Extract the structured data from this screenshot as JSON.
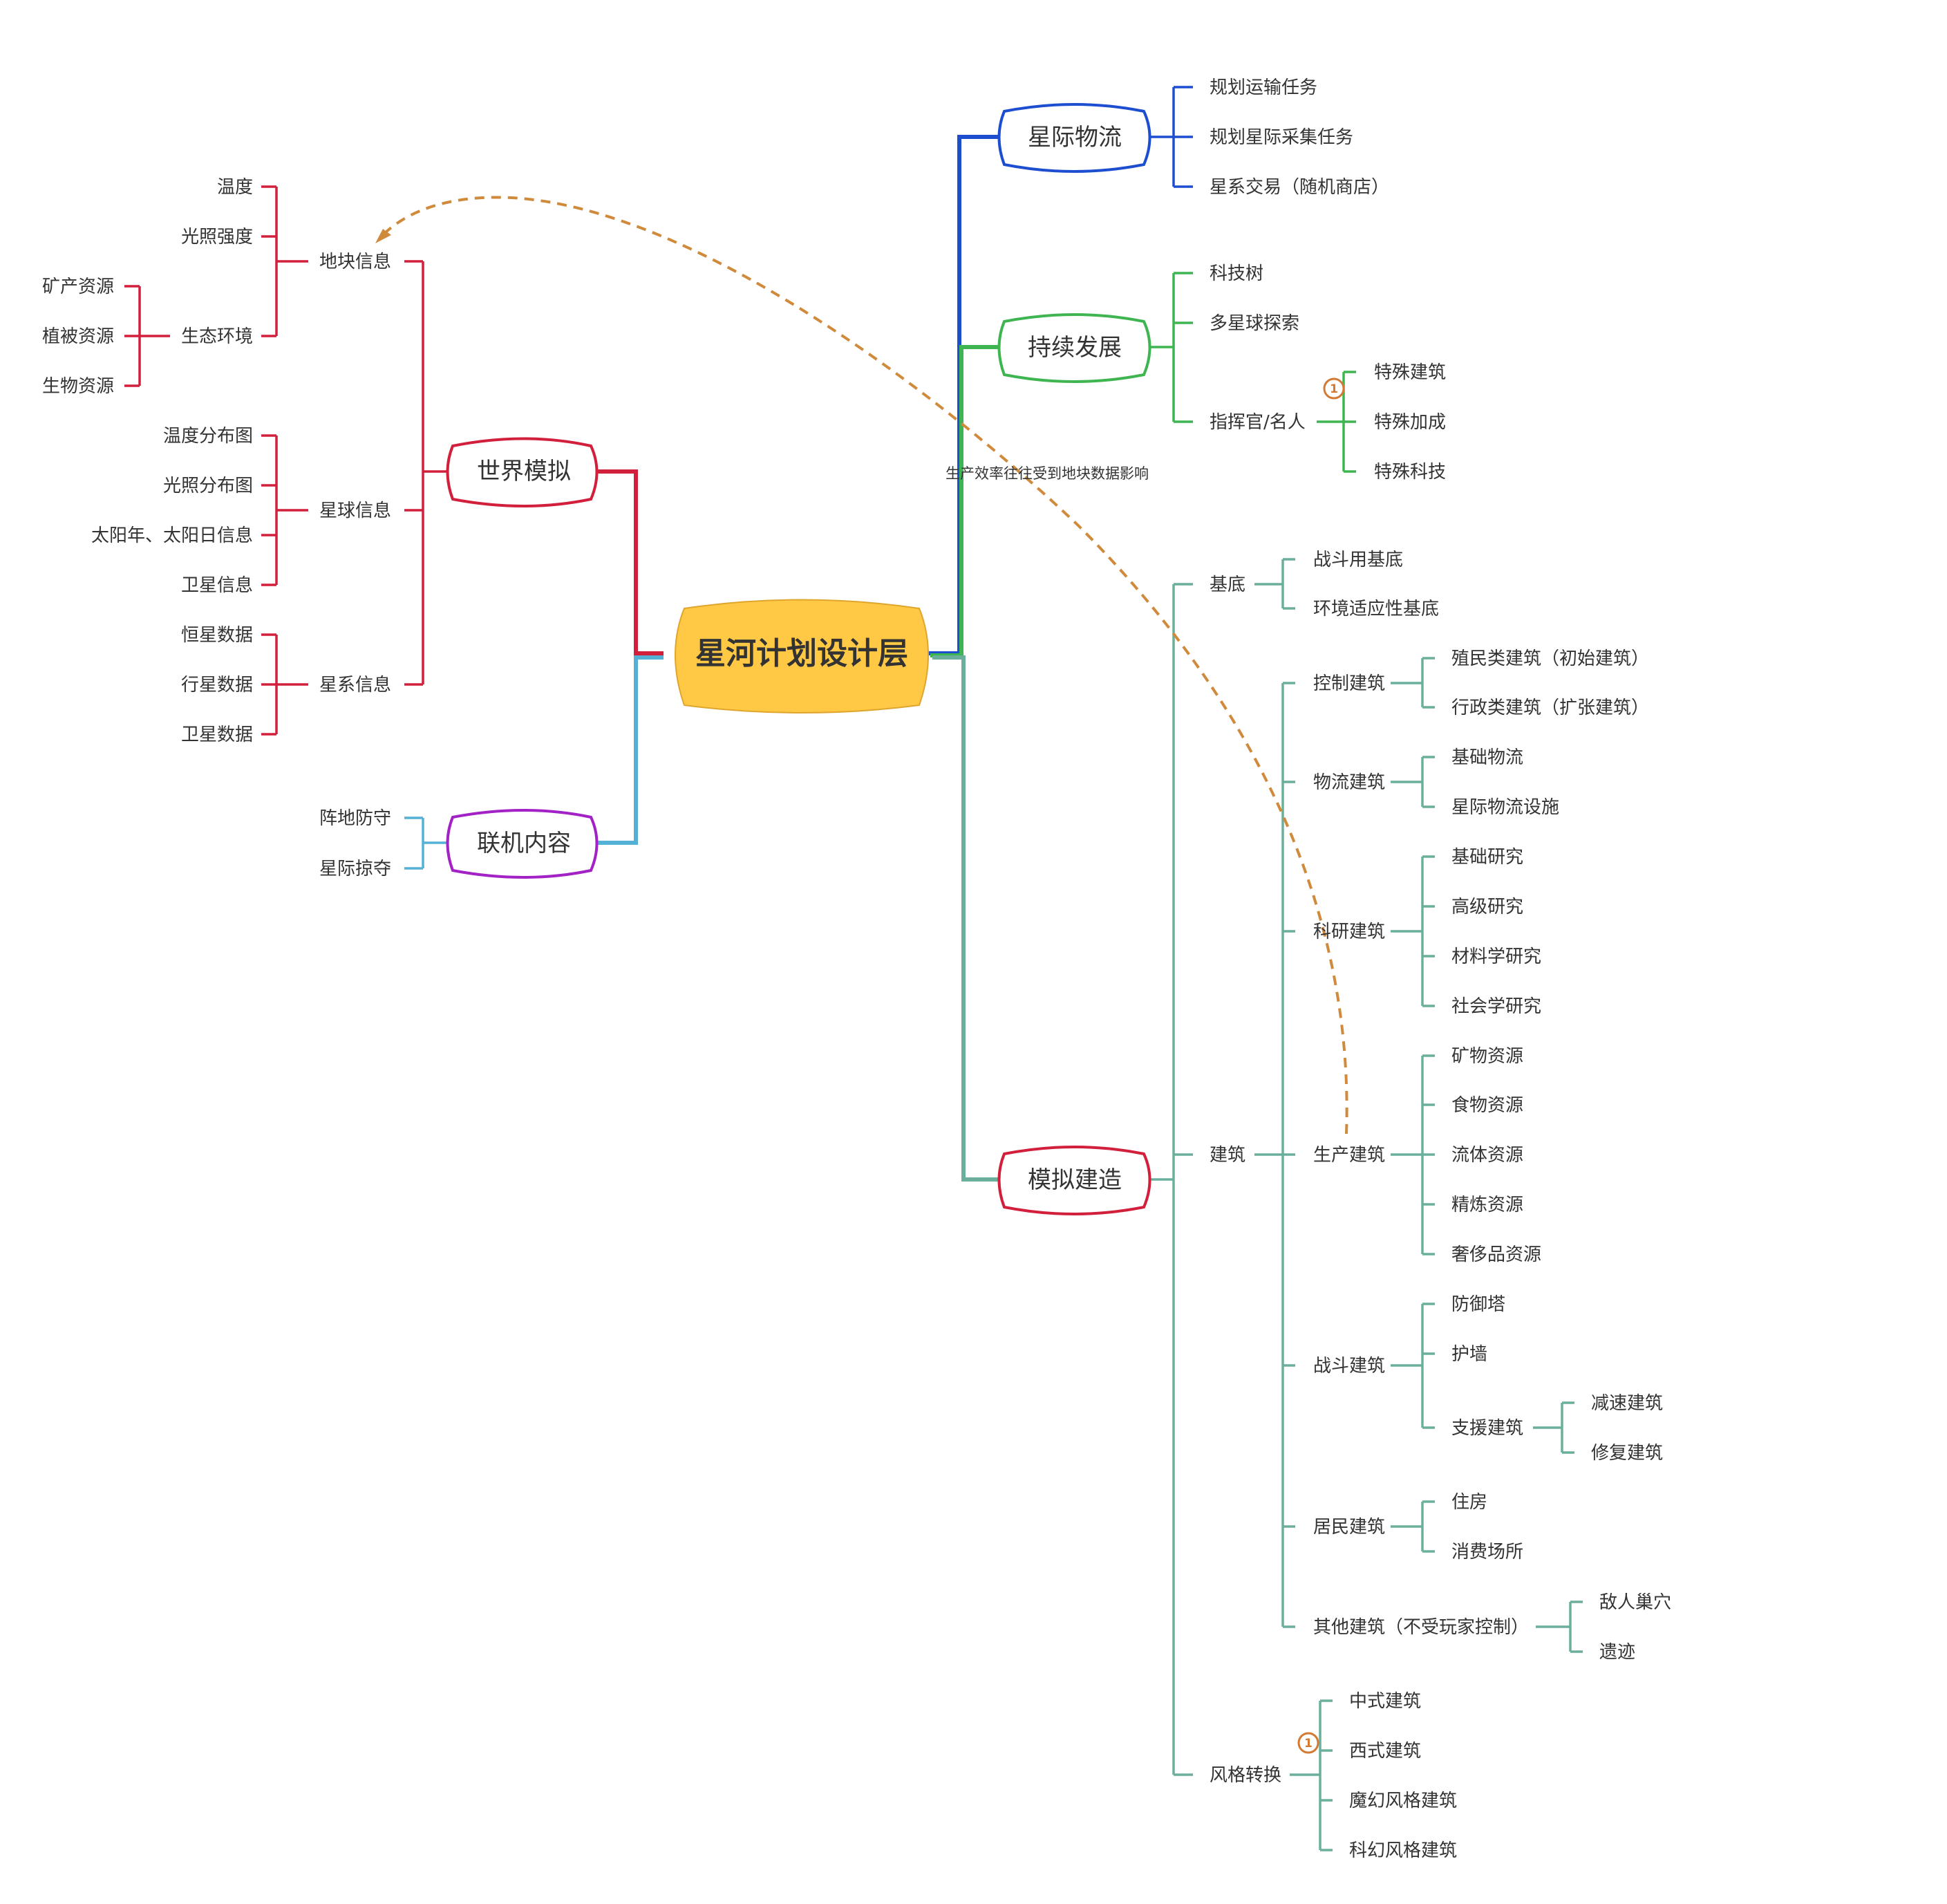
{
  "root": {
    "label": "星河计划设计层"
  },
  "colors": {
    "red": "#d21f3c",
    "purple": "#a322c6",
    "light_blue": "#55b0d6",
    "blue": "#1d4ed0",
    "green": "#3fb551",
    "teal": "#6aaf9c",
    "root_fill": "#ffc845",
    "relation": "#d08a3c"
  },
  "world_sim": {
    "label": "世界模拟",
    "plot_info": {
      "label": "地块信息",
      "temperature": "温度",
      "light": "光照强度",
      "ecology": "生态环境",
      "mineral": "矿产资源",
      "vegetation": "植被资源",
      "bio": "生物资源"
    },
    "planet_info": {
      "label": "星球信息",
      "temp_map": "温度分布图",
      "light_map": "光照分布图",
      "solar": "太阳年、太阳日信息",
      "satellite": "卫星信息"
    },
    "system_info": {
      "label": "星系信息",
      "star": "恒星数据",
      "planet": "行星数据",
      "satellite": "卫星数据"
    }
  },
  "online": {
    "label": "联机内容",
    "defense": "阵地防守",
    "raid": "星际掠夺"
  },
  "logistics": {
    "label": "星际物流",
    "transport": "规划运输任务",
    "collect": "规划星际采集任务",
    "trade": "星系交易（随机商店）"
  },
  "sustain": {
    "label": "持续发展",
    "tech": "科技树",
    "explore": "多星球探索",
    "commander": "指挥官/名人",
    "special_building": "特殊建筑",
    "special_bonus": "特殊加成",
    "special_tech": "特殊科技",
    "marker": "1"
  },
  "build_sim": {
    "label": "模拟建造",
    "base": {
      "label": "基底",
      "combat": "战斗用基底",
      "env": "环境适应性基底"
    },
    "buildings": {
      "label": "建筑",
      "control": {
        "label": "控制建筑",
        "colony": "殖民类建筑（初始建筑）",
        "admin": "行政类建筑（扩张建筑）"
      },
      "logistic": {
        "label": "物流建筑",
        "basic": "基础物流",
        "interstellar": "星际物流设施"
      },
      "research": {
        "label": "科研建筑",
        "basic": "基础研究",
        "advanced": "高级研究",
        "material": "材料学研究",
        "social": "社会学研究"
      },
      "production": {
        "label": "生产建筑",
        "mineral": "矿物资源",
        "food": "食物资源",
        "fluid": "流体资源",
        "refined": "精炼资源",
        "luxury": "奢侈品资源"
      },
      "combat": {
        "label": "战斗建筑",
        "tower": "防御塔",
        "wall": "护墙",
        "support": "支援建筑",
        "slow": "减速建筑",
        "repair": "修复建筑"
      },
      "resident": {
        "label": "居民建筑",
        "house": "住房",
        "consume": "消费场所"
      },
      "other": {
        "label": "其他建筑（不受玩家控制）",
        "nest": "敌人巢穴",
        "ruins": "遗迹"
      }
    },
    "style": {
      "label": "风格转换",
      "chinese": "中式建筑",
      "western": "西式建筑",
      "fantasy": "魔幻风格建筑",
      "scifi": "科幻风格建筑",
      "marker": "1"
    }
  },
  "relationship": {
    "label": "生产效率往往受到地块数据影响"
  }
}
